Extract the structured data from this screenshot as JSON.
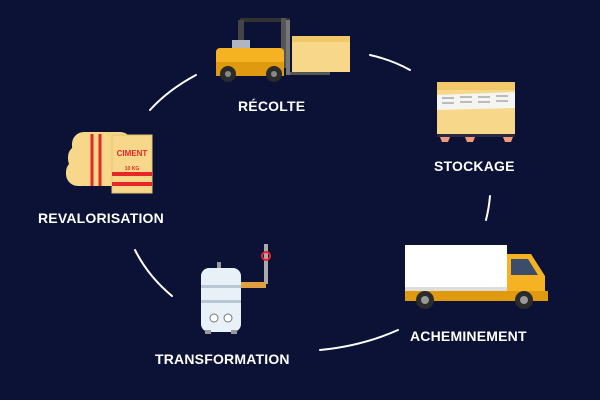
{
  "colors": {
    "background": "#0b1235",
    "accent": "#f5b323",
    "box": "#f7d88a",
    "stripe": "#e8262a"
  },
  "steps": [
    {
      "label": "RÉCOLTE",
      "icon": "forklift-icon"
    },
    {
      "label": "STOCKAGE",
      "icon": "pallet-box-icon"
    },
    {
      "label": "ACHEMINEMENT",
      "icon": "truck-icon"
    },
    {
      "label": "TRANSFORMATION",
      "icon": "boiler-tank-icon"
    },
    {
      "label": "REVALORISATION",
      "icon": "cement-bags-icon"
    }
  ],
  "bag_text": {
    "brand": "CIMENT",
    "weight": "10 KG"
  }
}
